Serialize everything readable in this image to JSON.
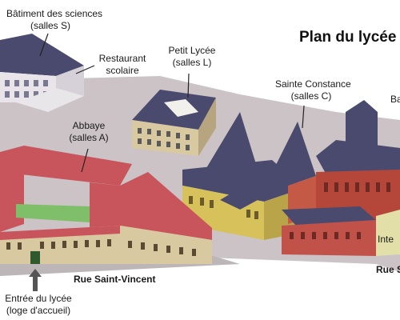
{
  "title": "Plan du lycée",
  "labels": {
    "batiment_sciences": {
      "line1": "Bâtiment des sciences",
      "line2": "(salles S)"
    },
    "restaurant": {
      "line1": "Restaurant",
      "line2": "scolaire"
    },
    "petit_lycee": {
      "line1": "Petit Lycée",
      "line2": "(salles L)"
    },
    "sainte_constance": {
      "line1": "Sainte Constance",
      "line2": "(salles C)"
    },
    "abbaye": {
      "line1": "Abbaye",
      "line2": "(salles A)"
    },
    "partial_right_top": "Ba",
    "partial_right_mid": "Inte",
    "entree": {
      "line1": "Entrée du lycée",
      "line2": "(loge d'accueil)"
    }
  },
  "streets": {
    "saint_vincent": "Rue Saint-Vincent",
    "right_partial": "Rue S"
  },
  "colors": {
    "ground": "#c9c2c4",
    "roof_red": "#c8545c",
    "roof_slate": "#4a4a6e",
    "wall_beige": "#d9c9a0",
    "wall_yellow": "#d7c15a",
    "wall_brick": "#b5473a",
    "courtyard_grass": "#7fbf6a",
    "arrow": "#555555"
  }
}
